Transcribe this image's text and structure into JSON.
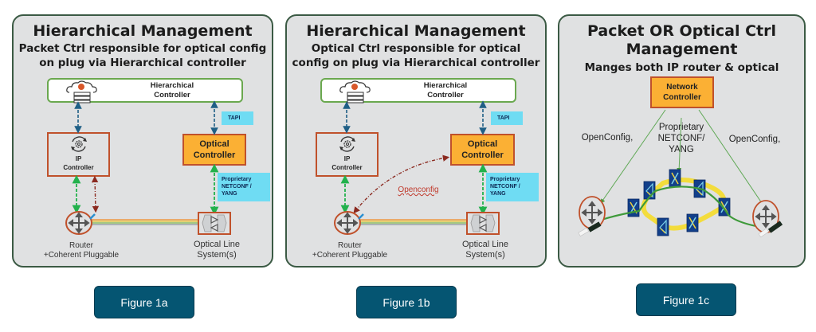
{
  "figures": [
    {
      "id": "1a",
      "title": "Hierarchical Management",
      "subtitle_lines": [
        "Packet Ctrl responsible for optical config",
        "on plug via Hierarchical controller"
      ],
      "hierarchical_controller": {
        "line1": "Hierarchical",
        "line2": "Controller",
        "icon": "cloud-server-icon"
      },
      "ip_controller": {
        "line1": "IP",
        "line2": "Controller",
        "icon": "gear-cycle-icon"
      },
      "optical_controller": {
        "line1": "Optical",
        "line2": "Controller"
      },
      "tapi_label": "TAPI",
      "proprietary_label": [
        "Proprietary",
        "NETCONF /",
        "YANG"
      ],
      "router_caption": [
        "Router",
        "+Coherent Pluggable"
      ],
      "ols_caption": [
        "Optical Line",
        "System(s)"
      ],
      "button_label": "Figure 1a"
    },
    {
      "id": "1b",
      "title": "Hierarchical Management",
      "subtitle_lines": [
        "Optical Ctrl responsible for optical",
        "config on plug via Hierarchical controller"
      ],
      "hierarchical_controller": {
        "line1": "Hierarchical",
        "line2": "Controller",
        "icon": "cloud-server-icon"
      },
      "ip_controller": {
        "line1": "IP",
        "line2": "Controller",
        "icon": "gear-cycle-icon"
      },
      "optical_controller": {
        "line1": "Optical",
        "line2": "Controller"
      },
      "tapi_label": "TAPI",
      "proprietary_label": [
        "Proprietary",
        "NETCONF /",
        "YANG"
      ],
      "openconfig_label": "Openconfig",
      "router_caption": [
        "Router",
        "+Coherent Pluggable"
      ],
      "ols_caption": [
        "Optical Line",
        "System(s)"
      ],
      "button_label": "Figure 1b"
    },
    {
      "id": "1c",
      "title_lines": [
        "Packet OR Optical Ctrl",
        "Management"
      ],
      "subtitle": "Manges both IP router & optical",
      "network_controller": {
        "line1": "Network",
        "line2": "Controller"
      },
      "left_label": "OpenConfig,",
      "center_label": [
        "Proprietary",
        "NETCONF/",
        "YANG"
      ],
      "right_label": "OpenConfig,",
      "ring_node_count": 7,
      "button_label": "Figure 1c"
    }
  ],
  "colors": {
    "panel_bg": "#e0e1e2",
    "panel_border": "#3b5a44",
    "controller_orange": "#fbb034",
    "controller_border": "#c0512b",
    "tapi_cyan": "#6fdcf3",
    "button_teal": "#055572",
    "link_blue": "#1f5f86",
    "link_green": "#22b14c",
    "link_darkred": "#8b2a20"
  }
}
